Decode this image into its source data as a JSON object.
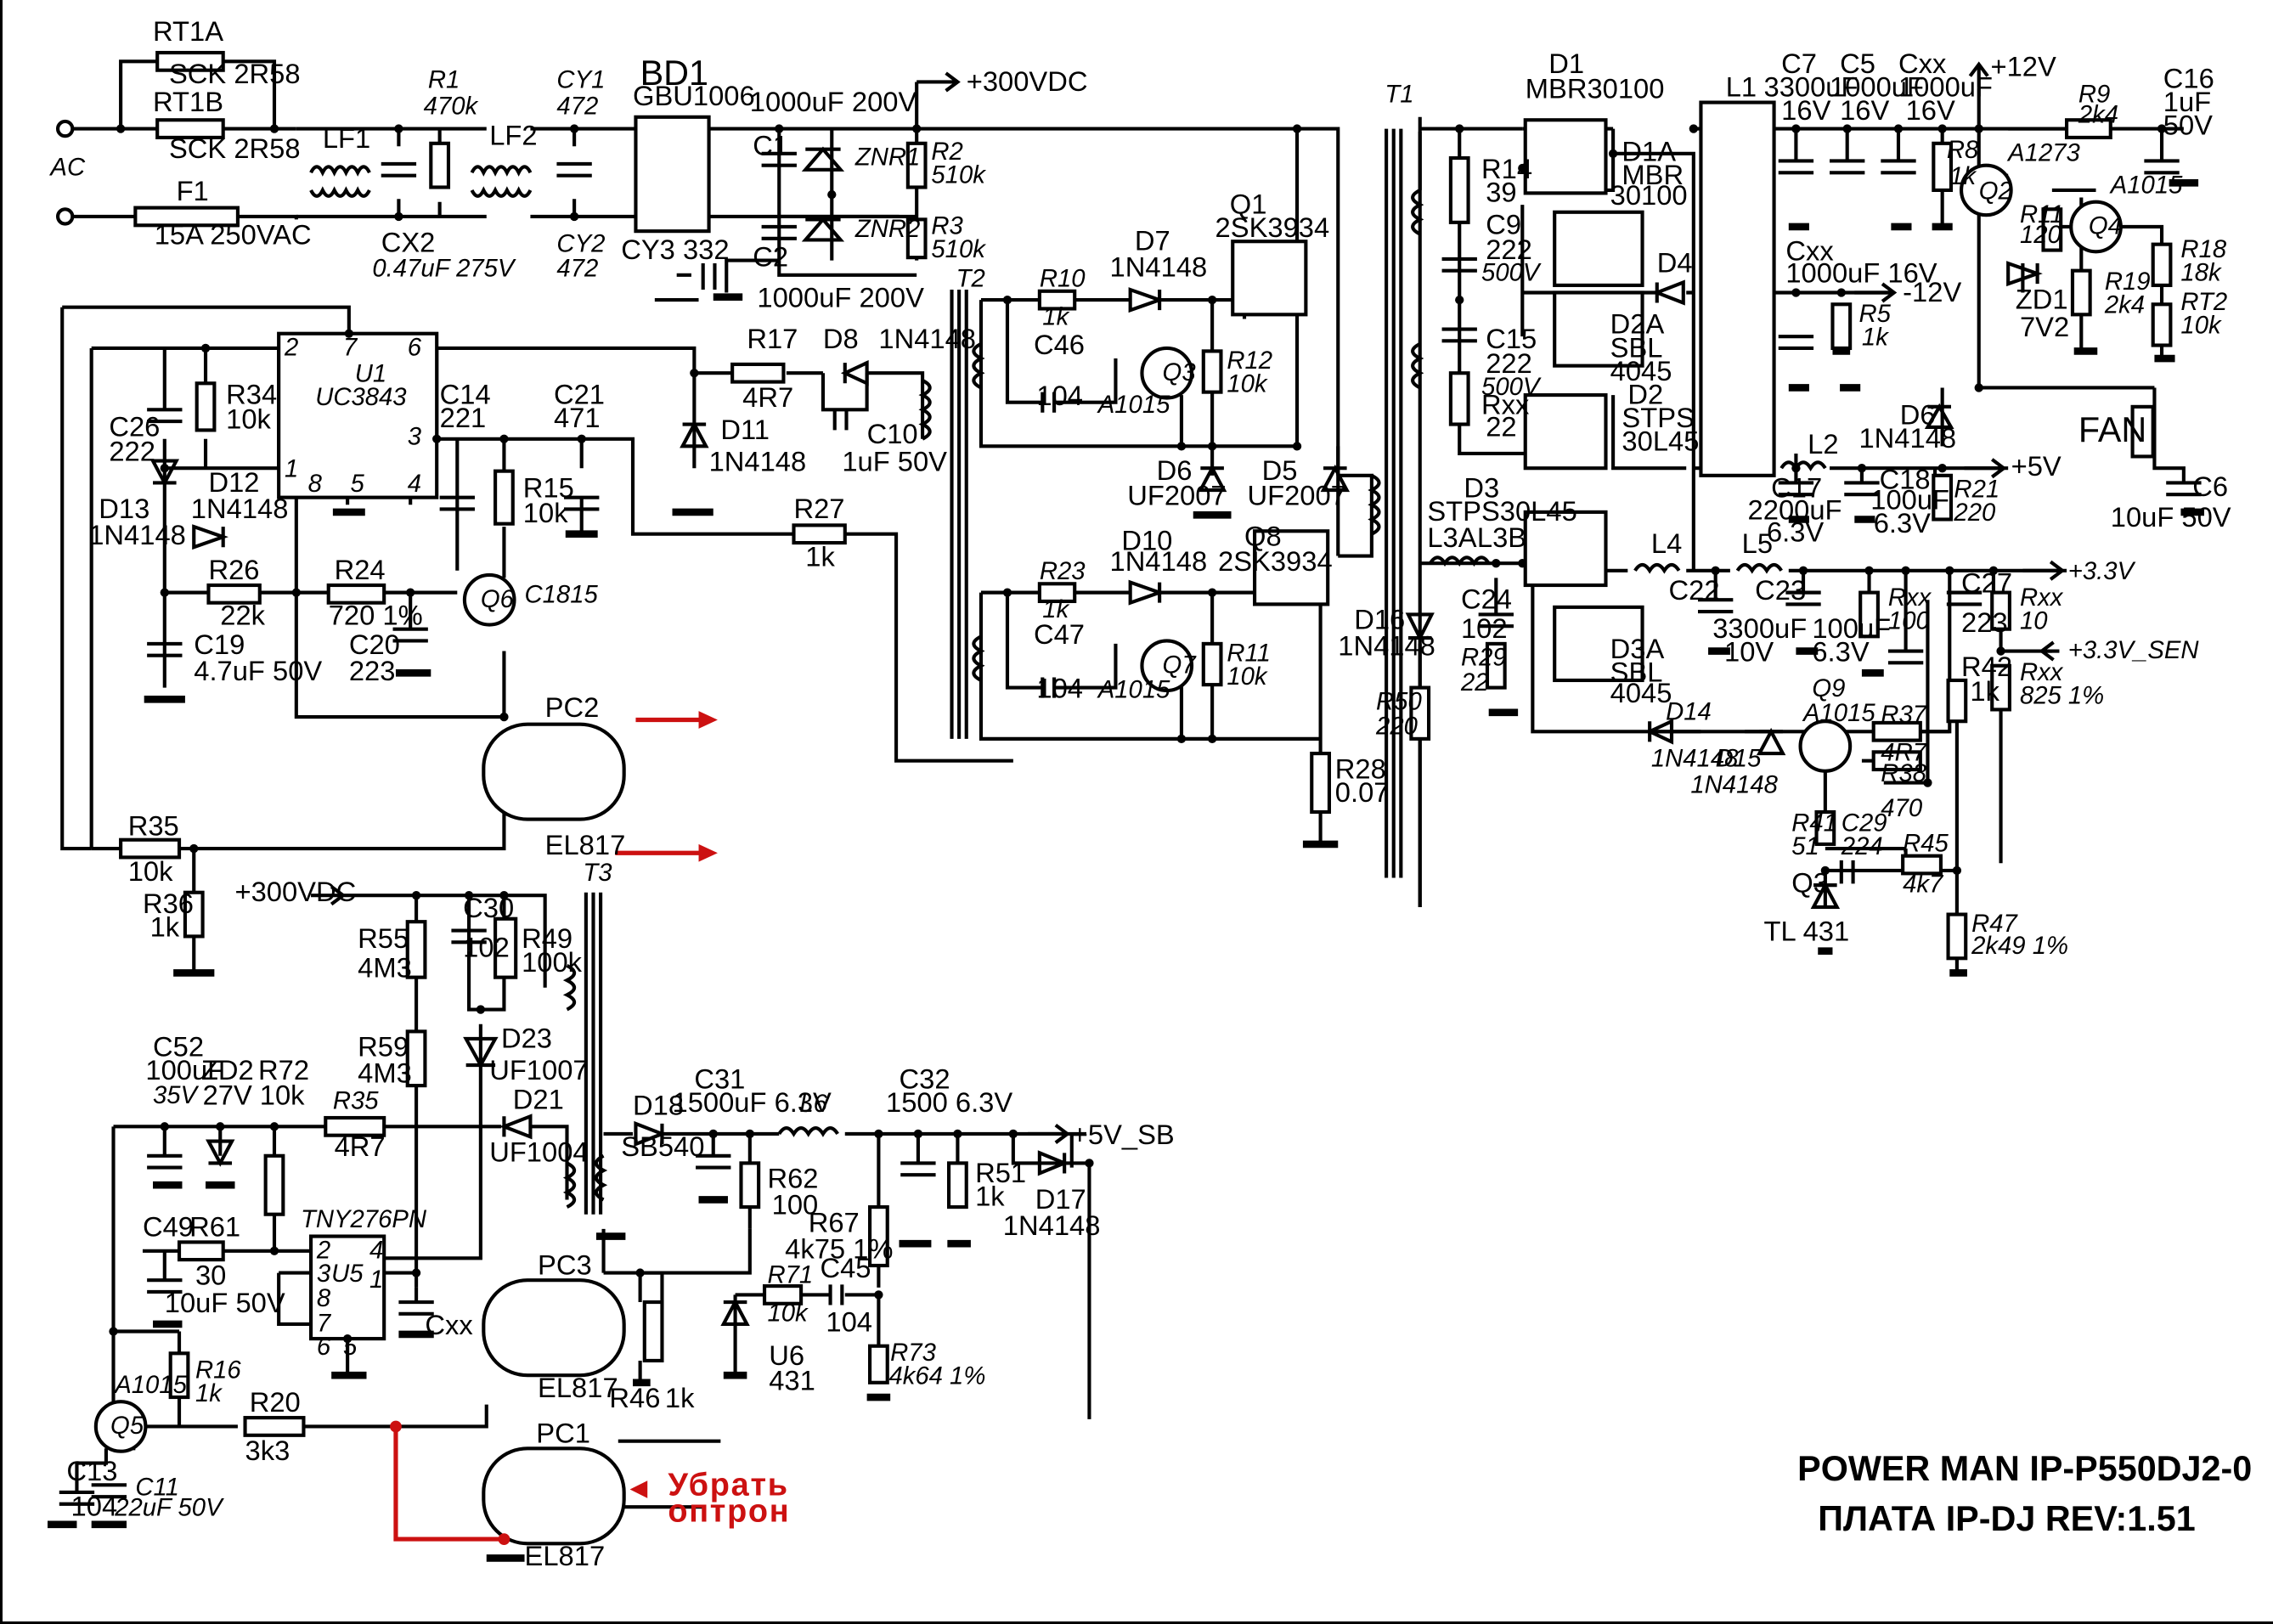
{
  "title_block": {
    "line1": "POWER MAN  IP-P550DJ2-0",
    "line2": "ПЛАТА  IP-DJ  REV:1.51"
  },
  "annotation": {
    "remove_optocoupler": [
      "Убрать",
      "оптрон"
    ]
  },
  "colors": {
    "wire": "#000000",
    "highlight": "#cc1111"
  },
  "nets": {
    "ac": "AC",
    "hv": "+300VDC",
    "hv_aux": "+300VDC",
    "p12": "+12V",
    "m12": "-12V",
    "p5": "+5V",
    "p33": "+3.3V",
    "p33_sen": "+3.3V_SEN",
    "p5sb": "+5V_SB",
    "fan": "FAN"
  },
  "components": {
    "RT1A": [
      "RT1A",
      "SCK 2R58"
    ],
    "RT1B": [
      "RT1B",
      "SCK 2R58"
    ],
    "F1": [
      "F1",
      "15A 250VAC"
    ],
    "LF1": [
      "LF1"
    ],
    "CX2": [
      "CX2",
      "0.47uF 275V"
    ],
    "R1": [
      "R1",
      "470k"
    ],
    "LF2": [
      "LF2"
    ],
    "CY1": [
      "CY1",
      "472"
    ],
    "CY2": [
      "CY2",
      "472"
    ],
    "CY3": [
      "CY3 332"
    ],
    "BD1": [
      "BD1",
      "GBU1006"
    ],
    "C1": [
      "C1",
      "1000uF 200V"
    ],
    "C2": [
      "C2",
      "1000uF 200V"
    ],
    "ZNR1": [
      "ZNR1"
    ],
    "ZNR2": [
      "ZNR2"
    ],
    "R2": [
      "R2",
      "510k"
    ],
    "R3": [
      "R3",
      "510k"
    ],
    "T2": [
      "T2"
    ],
    "T1": [
      "T1"
    ],
    "T3": [
      "T3"
    ],
    "R10": [
      "R10",
      "1k"
    ],
    "D7": [
      "D7",
      "1N4148"
    ],
    "C46": [
      "C46",
      "104"
    ],
    "Q3": [
      "Q3",
      "A1015"
    ],
    "R12": [
      "R12",
      "10k"
    ],
    "Q1": [
      "Q1",
      "2SK3934"
    ],
    "D6a": [
      "D6",
      "UF2007"
    ],
    "D5": [
      "D5",
      "UF2007"
    ],
    "R23": [
      "R23",
      "1k"
    ],
    "D10": [
      "D10",
      "1N4148"
    ],
    "C47": [
      "C47",
      "104"
    ],
    "Q7": [
      "Q7",
      "A1015"
    ],
    "R11": [
      "R11",
      "10k"
    ],
    "Q8": [
      "Q8",
      "2SK3934"
    ],
    "R28": [
      "R28",
      "0.07"
    ],
    "R17": [
      "R17",
      "4R7"
    ],
    "D8": [
      "D8",
      "1N4148"
    ],
    "C10": [
      "C10",
      "1uF 50V"
    ],
    "D11": [
      "D11",
      "1N4148"
    ],
    "R27": [
      "R27",
      "1k"
    ],
    "U1": [
      "U1",
      "UC3843"
    ],
    "R34": [
      "R34",
      "10k"
    ],
    "C26": [
      "C26",
      "222"
    ],
    "D12": [
      "D12",
      "1N4148"
    ],
    "D13": [
      "D13",
      "1N4148"
    ],
    "C14": [
      "C14",
      "221"
    ],
    "C21": [
      "C21",
      "471"
    ],
    "R15": [
      "R15",
      "10k"
    ],
    "R26": [
      "R26",
      "22k"
    ],
    "R24": [
      "R24",
      "720 1%"
    ],
    "Q6": [
      "Q6",
      "C1815"
    ],
    "C19": [
      "C19",
      "4.7uF 50V"
    ],
    "C20": [
      "C20",
      "223"
    ],
    "PC2": [
      "PC2",
      "EL817"
    ],
    "R35a": [
      "R35",
      "10k"
    ],
    "R36": [
      "R36",
      "1k"
    ],
    "D1": [
      "D1",
      "MBR30100"
    ],
    "D1A": [
      "D1A",
      "MBR",
      "30100"
    ],
    "R14": [
      "R14",
      "39"
    ],
    "C9": [
      "C9",
      "222",
      "500V"
    ],
    "C15": [
      "C15",
      "222",
      "500V"
    ],
    "Rxx22": [
      "Rxx",
      "22"
    ],
    "D4": [
      "D4"
    ],
    "D2A": [
      "D2A",
      "SBL",
      "4045"
    ],
    "D2": [
      "D2",
      "STPS",
      "30L45"
    ],
    "D3": [
      "D3",
      "STPS30L45"
    ],
    "D3A": [
      "D3A",
      "SBL",
      "4045"
    ],
    "L1": [
      "L1"
    ],
    "L2": [
      "L2"
    ],
    "L3A": [
      "L3A"
    ],
    "L3B": [
      "L3B"
    ],
    "L4": [
      "L4"
    ],
    "L5": [
      "L5"
    ],
    "C7": [
      "C7",
      "3300uF",
      "16V"
    ],
    "C5": [
      "C5",
      "1000uF",
      "16V"
    ],
    "Cxx1": [
      "Cxx",
      "1000uF",
      "16V"
    ],
    "Cxx2": [
      "Cxx",
      "1000uF 16V"
    ],
    "R8": [
      "R8",
      "1k"
    ],
    "R5": [
      "R5",
      "1k"
    ],
    "C17": [
      "C17",
      "2200uF",
      "6.3V"
    ],
    "C18": [
      "C18",
      "100uF",
      "6.3V"
    ],
    "R21": [
      "R21",
      "220"
    ],
    "D6b": [
      "D6",
      "1N4148"
    ],
    "C6": [
      "C6",
      "10uF 50V"
    ],
    "R9": [
      "R9",
      "2k4"
    ],
    "C16": [
      "C16",
      "1uF",
      "50V"
    ],
    "Q2": [
      "Q2",
      "A1273"
    ],
    "Q4": [
      "Q4",
      "A1015"
    ],
    "R11b": [
      "R11",
      "120"
    ],
    "ZD1": [
      "ZD1",
      "7V2"
    ],
    "R19": [
      "R19",
      "2k4"
    ],
    "R18": [
      "R18",
      "18k"
    ],
    "RT2": [
      "RT2",
      "10k"
    ],
    "D16": [
      "D16",
      "1N4148"
    ],
    "R50": [
      "R50",
      "220"
    ],
    "C24": [
      "C24",
      "102"
    ],
    "R29": [
      "R29",
      "22"
    ],
    "C22": [
      "C22",
      "3300uF",
      "10V"
    ],
    "C23": [
      "C23",
      "100uF",
      "6.3V"
    ],
    "Rxx100": [
      "Rxx",
      "100"
    ],
    "C27": [
      "C27",
      "223"
    ],
    "Rxx10": [
      "Rxx",
      "10"
    ],
    "R42": [
      "R42",
      "1k"
    ],
    "Rxx825": [
      "Rxx",
      "825 1%"
    ],
    "D14": [
      "D14",
      "1N4148"
    ],
    "D15": [
      "D15",
      "1N4148"
    ],
    "Q9": [
      "Q9",
      "A1015"
    ],
    "R37": [
      "R37",
      "4R7"
    ],
    "R38": [
      "R38",
      "470"
    ],
    "R41": [
      "R41",
      "51"
    ],
    "C29": [
      "C29",
      "224"
    ],
    "R45": [
      "R45",
      "4k7"
    ],
    "Q3b": [
      "Q3",
      "TL 431"
    ],
    "R47": [
      "R47",
      "2k49 1%"
    ],
    "R55": [
      "R55",
      "4M3"
    ],
    "R59": [
      "R59",
      "4M3"
    ],
    "C30": [
      "C30",
      "102"
    ],
    "R49": [
      "R49",
      "100k"
    ],
    "D23": [
      "D23",
      "UF1007"
    ],
    "D21": [
      "D21",
      "UF1004"
    ],
    "C52": [
      "C52",
      "100uF",
      "35V"
    ],
    "ZD2": [
      "ZD2",
      "27V"
    ],
    "R72": [
      "R72",
      "10k"
    ],
    "R35b": [
      "R35",
      "4R7"
    ],
    "C49": [
      "C49",
      "10uF 50V"
    ],
    "R61": [
      "R61",
      "30"
    ],
    "U5": [
      "TNY276PN",
      "U5"
    ],
    "Cxx3": [
      "Cxx"
    ],
    "PC3": [
      "PC3",
      "EL817"
    ],
    "R46": [
      "R46",
      "1k"
    ],
    "D18": [
      "D18",
      "SB540"
    ],
    "C31": [
      "C31",
      "1500uF 6.3V"
    ],
    "L6": [
      "L6"
    ],
    "C32": [
      "C32",
      "1500 6.3V"
    ],
    "R62": [
      "R62",
      "100"
    ],
    "R67": [
      "R67",
      "4k75 1%"
    ],
    "C45": [
      "C45",
      "104"
    ],
    "R71": [
      "R71",
      "10k"
    ],
    "U6": [
      "U6",
      "431"
    ],
    "R73": [
      "R73",
      "4k64 1%"
    ],
    "R51": [
      "R51",
      "1k"
    ],
    "D17": [
      "D17",
      "1N4148"
    ],
    "Q5": [
      "Q5",
      "A1015"
    ],
    "R16": [
      "R16",
      "1k"
    ],
    "R20": [
      "R20",
      "3k3"
    ],
    "C13": [
      "C13",
      "104"
    ],
    "C11": [
      "C11",
      "22uF 50V"
    ],
    "PC1": [
      "PC1",
      "EL817"
    ]
  },
  "pins": {
    "U1": [
      "2",
      "7",
      "6",
      "3",
      "1",
      "8",
      "5",
      "4"
    ],
    "U5": [
      "2",
      "4",
      "3",
      "8",
      "7",
      "6",
      "1",
      "5"
    ]
  }
}
